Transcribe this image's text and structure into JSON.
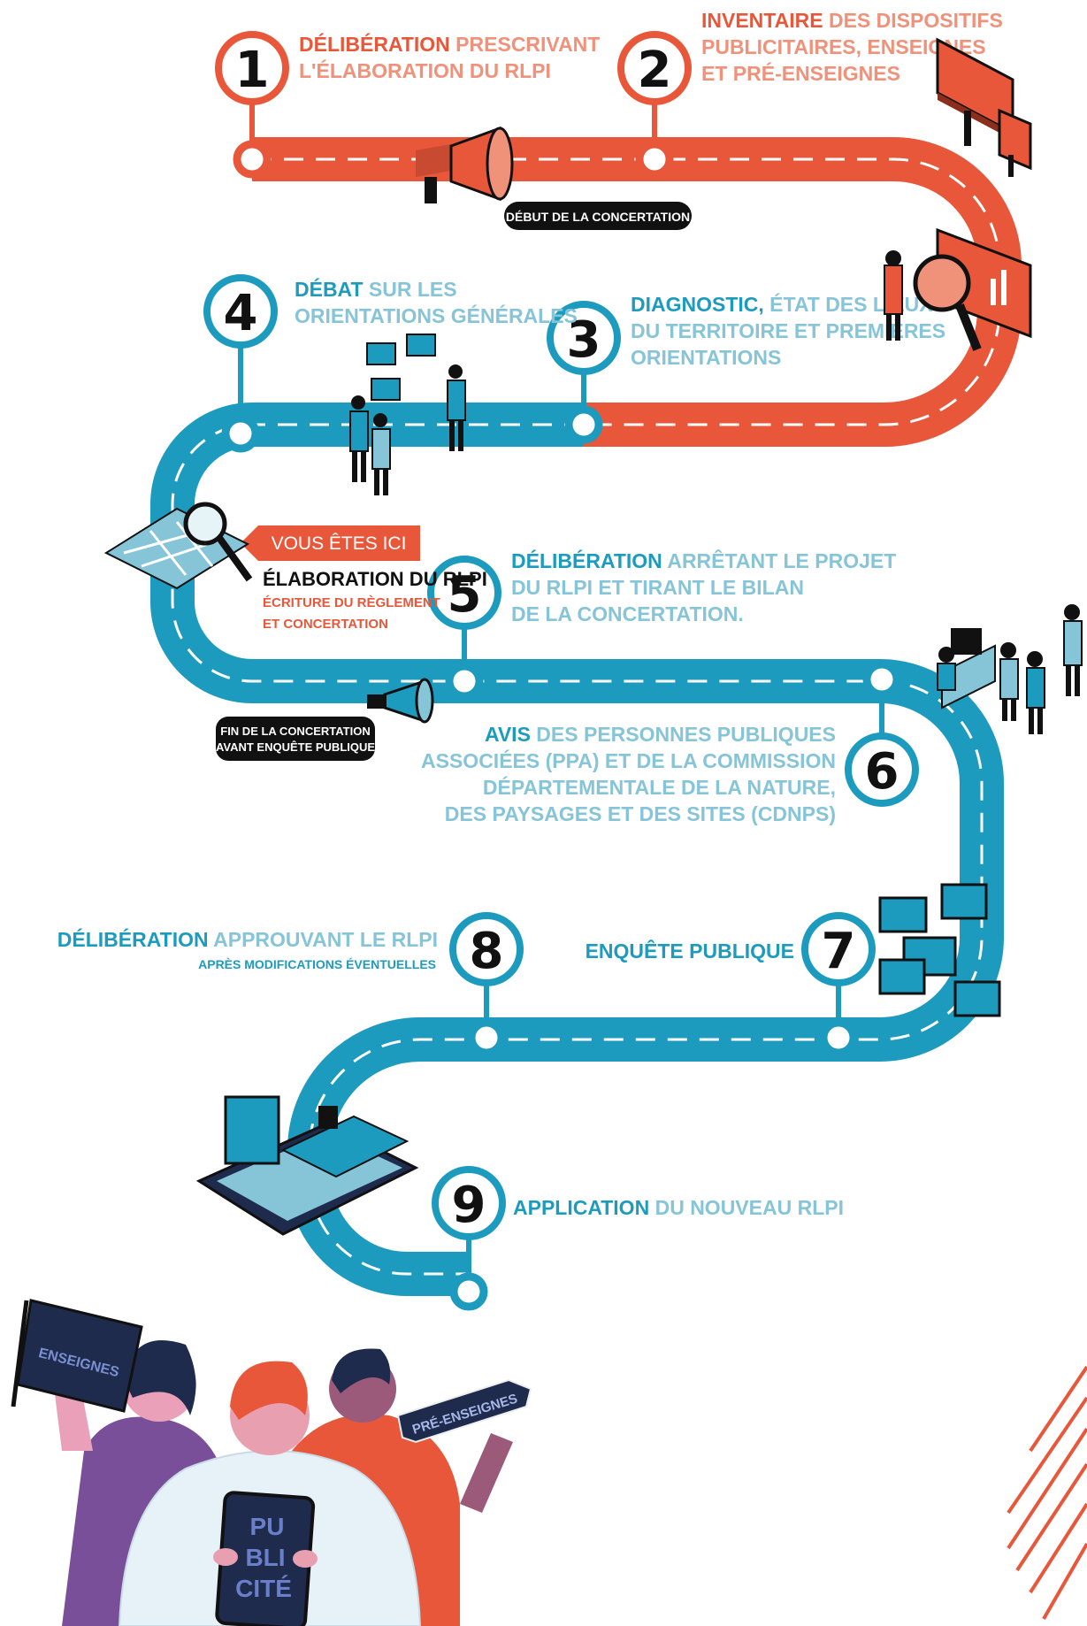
{
  "colors": {
    "orange": "#e8573a",
    "orange_light": "#f0917a",
    "blue": "#1d9bbf",
    "blue_light": "#86c4d8",
    "dark": "#111111",
    "purple": "#7a4f9a",
    "navy": "#1f2b4d"
  },
  "steps": [
    {
      "num": "1",
      "bold": "DÉLIBÉRATION",
      "rest": " PRESCRIVANT",
      "line2": "L'ÉLABORATION DU RLPI"
    },
    {
      "num": "2",
      "bold": "INVENTAIRE",
      "rest": " DES DISPOSITIFS",
      "line2": "PUBLICITAIRES, ENSEIGNES",
      "line3": "ET PRÉ-ENSEIGNES"
    },
    {
      "num": "3",
      "bold": "DIAGNOSTIC,",
      "rest": " ÉTAT DES LIEUX",
      "line2": "DU TERRITOIRE ET PREMIÈRES",
      "line3": "ORIENTATIONS"
    },
    {
      "num": "4",
      "bold": "DÉBAT",
      "rest": " SUR LES",
      "line2": "ORIENTATIONS GÉNÉRALES"
    },
    {
      "num": "5",
      "bold": "DÉLIBÉRATION",
      "rest": " ARRÊTANT LE PROJET",
      "line2": "DU RLPI ET TIRANT LE BILAN",
      "line3": "DE LA CONCERTATION."
    },
    {
      "num": "6",
      "bold": "AVIS",
      "rest": " DES PERSONNES PUBLIQUES",
      "line2": "ASSOCIÉES  (PPA) ET DE LA COMMISSION",
      "line3": "DÉPARTEMENTALE DE LA NATURE,",
      "line4": "DES PAYSAGES ET DES SITES (CDNPS)"
    },
    {
      "num": "7",
      "bold": "ENQUÊTE PUBLIQUE"
    },
    {
      "num": "8",
      "bold": "DÉLIBÉRATION",
      "rest": " APPROUVANT LE RLPI",
      "sub": "APRÈS MODIFICATIONS ÉVENTUELLES"
    },
    {
      "num": "9",
      "bold": "APPLICATION",
      "rest": " DU NOUVEAU RLPI"
    }
  ],
  "badges": {
    "debut": "DÉBUT DE LA CONCERTATION",
    "fin_line1": "FIN DE LA CONCERTATION",
    "fin_line2": "AVANT ENQUÊTE PUBLIQUE"
  },
  "here": {
    "banner": "VOUS ÊTES ICI",
    "title": "ÉLABORATION DU RLPI",
    "sub1": "ÉCRITURE DU RÈGLEMENT",
    "sub2": "ET CONCERTATION"
  },
  "illustration": {
    "sign_left": "ENSEIGNES",
    "sign_right": "PRÉ-ENSEIGNES",
    "tablet_1": "PU",
    "tablet_2": "BLI",
    "tablet_3": "CITÉ"
  }
}
